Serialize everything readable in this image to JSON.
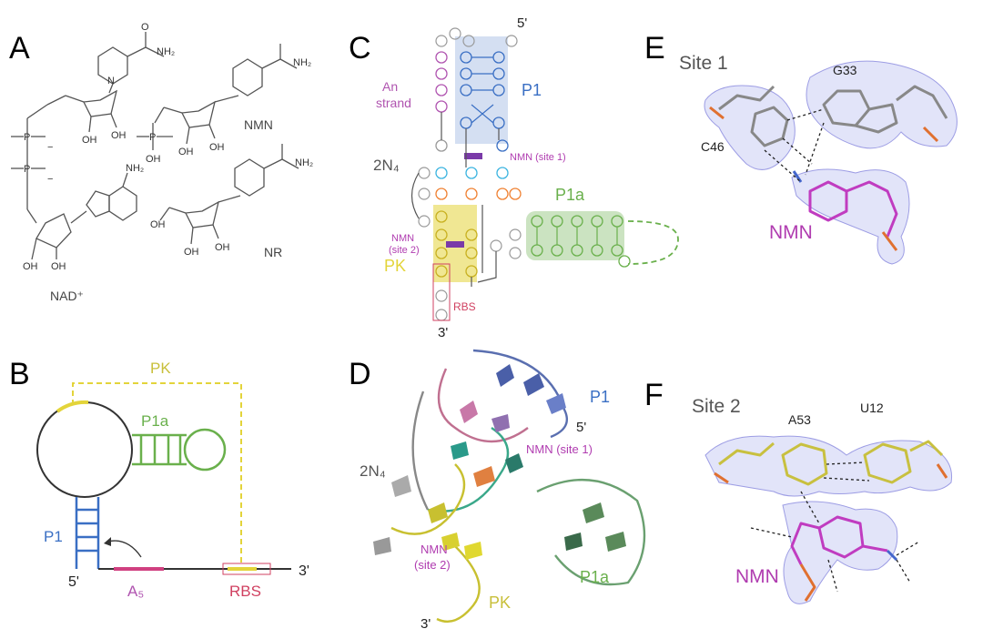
{
  "panels": {
    "A": {
      "letter": "A",
      "molecules": {
        "nad": "NAD⁺",
        "nmn": "NMN",
        "nr": "NR"
      },
      "atoms": {
        "nh2": "NH₂",
        "o": "O",
        "oh": "OH",
        "p": "P",
        "plus": "+",
        "minus": "−",
        "n": "N"
      }
    },
    "B": {
      "letter": "B",
      "labels": {
        "pk": "PK",
        "p1a": "P1a",
        "p1": "P1",
        "a5": "A₅",
        "rbs": "RBS",
        "five": "5'",
        "three": "3'"
      }
    },
    "C": {
      "letter": "C",
      "labels": {
        "five": "5'",
        "three": "3'",
        "p1": "P1",
        "p1a": "P1a",
        "pk": "PK",
        "an_line1": "An",
        "an_line2": "strand",
        "twon4": "2N₄",
        "nmn_site1": "NMN (site 1)",
        "nmn_site2_line1": "NMN",
        "nmn_site2_line2": "(site 2)",
        "rbs": "RBS"
      }
    },
    "D": {
      "letter": "D",
      "labels": {
        "p1": "P1",
        "five": "5'",
        "nmn_site1": "NMN (site 1)",
        "twon4": "2N₄",
        "nmn_site2_line1": "NMN",
        "nmn_site2_line2": "(site 2)",
        "pk": "PK",
        "p1a": "P1a",
        "three": "3'"
      }
    },
    "E": {
      "letter": "E",
      "site": "Site 1",
      "res1": "G33",
      "res2": "C46",
      "ligand": "NMN"
    },
    "F": {
      "letter": "F",
      "site": "Site 2",
      "res1": "A53",
      "res2": "U12",
      "ligand": "NMN"
    }
  },
  "colors": {
    "p1": "#3a6fc4",
    "p1a": "#6ab04c",
    "pk": "#e3d43a",
    "a_strand": "#b054b0",
    "rbs": "#d04060",
    "nmn": "#b03cb0",
    "orange": "#f08030",
    "cyan": "#3bb4e0",
    "grey": "#888888",
    "mesh": "#8c8ce0"
  }
}
